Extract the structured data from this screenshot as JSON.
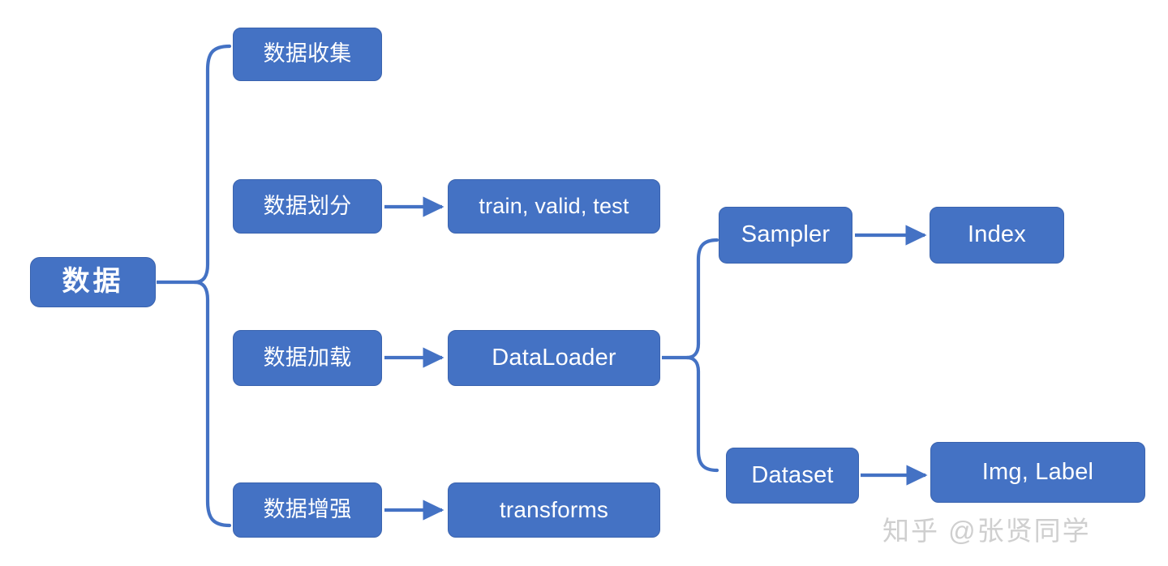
{
  "diagram": {
    "title": "数据",
    "accent_color": "#4472C4",
    "stroke_color": "#4472C4",
    "text_color": "#FFFFFF",
    "background": "#FFFFFF",
    "watermark": {
      "text": "知乎 @张贤同学",
      "color": "#CFCFCF"
    },
    "nodes": {
      "root": {
        "label": "数据"
      },
      "collect": {
        "label": "数据收集"
      },
      "split": {
        "label": "数据划分"
      },
      "split_out": {
        "label": "train, valid, test"
      },
      "load": {
        "label": "数据加载"
      },
      "load_out": {
        "label": "DataLoader"
      },
      "augment": {
        "label": "数据增强"
      },
      "augment_out": {
        "label": "transforms"
      },
      "sampler": {
        "label": "Sampler"
      },
      "index": {
        "label": "Index"
      },
      "dataset": {
        "label": "Dataset"
      },
      "img_label": {
        "label": "Img, Label"
      }
    }
  }
}
